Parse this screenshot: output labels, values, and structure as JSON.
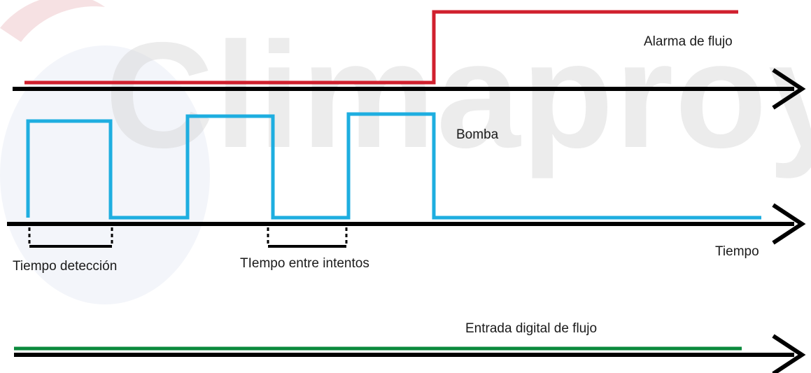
{
  "watermark": "Climaproyect",
  "labels": {
    "alarm": "Alarma de flujo",
    "pump": "Bomba",
    "time": "Tiempo",
    "detection_time": "Tiempo detección",
    "retry_time": "TIempo entre intentos",
    "digital_input": "Entrada digital de flujo"
  },
  "colors": {
    "alarm": "#d0202e",
    "pump": "#1eaee0",
    "digital_input": "#0b8a3c",
    "axis": "#000000",
    "watermark_accent": "#b8182a"
  },
  "icons": {
    "axis_head": "arrow-right-icon"
  }
}
